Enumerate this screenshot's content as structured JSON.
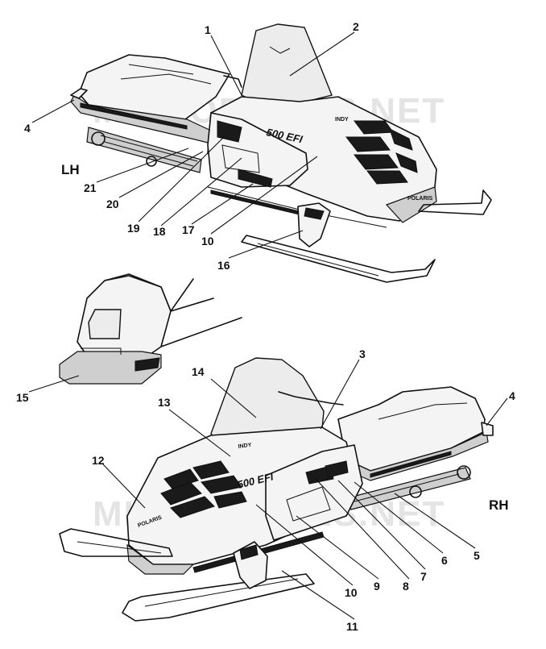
{
  "watermark": "MICROFICHES.NET",
  "side_labels": {
    "left": "LH",
    "right": "RH"
  },
  "decal_text": {
    "model": "500 EFI",
    "hood_badge": "INDY",
    "brand": "POLARIS"
  },
  "callouts": {
    "c1": "1",
    "c2": "2",
    "c3": "3",
    "c4a": "4",
    "c4b": "4",
    "c5": "5",
    "c6": "6",
    "c7": "7",
    "c8": "8",
    "c9": "9",
    "c10a": "10",
    "c10b": "10",
    "c11": "11",
    "c12": "12",
    "c13": "13",
    "c14": "14",
    "c15": "15",
    "c16": "16",
    "c17": "17",
    "c18": "18",
    "c19": "19",
    "c20": "20",
    "c21": "21"
  }
}
